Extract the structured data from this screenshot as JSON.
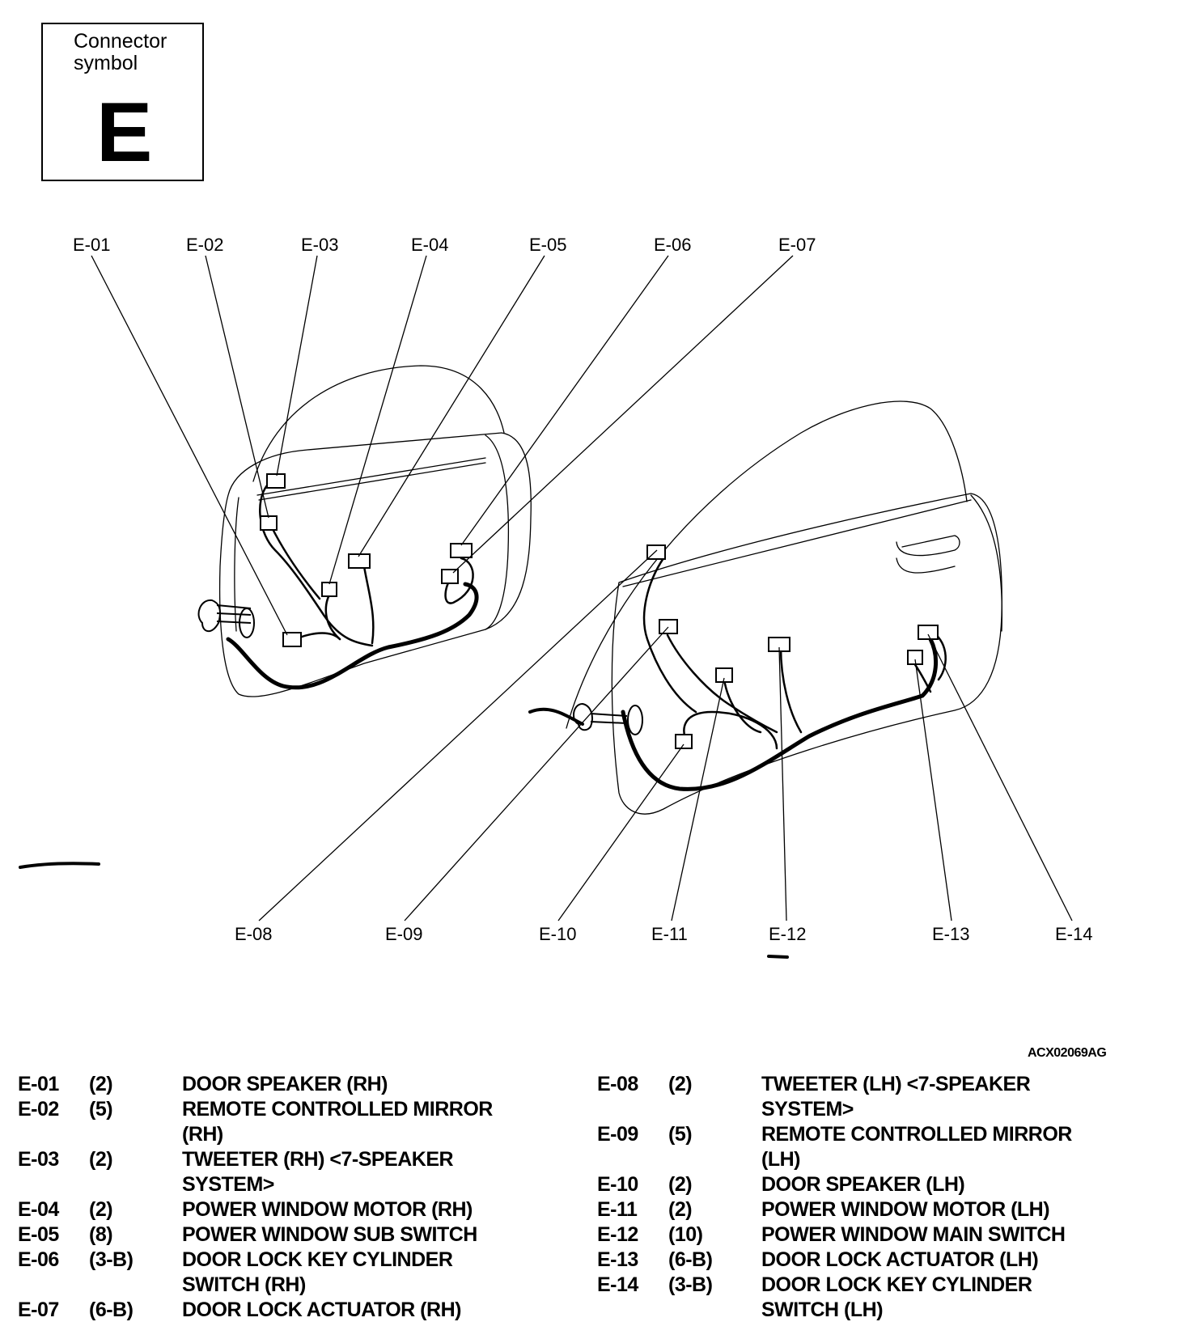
{
  "symbol_box": {
    "title": "Connector\nsymbol",
    "letter": "E"
  },
  "reference_code": "ACX02069AG",
  "connectors": [
    {
      "id": "E-01",
      "pins": "(2)",
      "description": "DOOR SPEAKER (RH)"
    },
    {
      "id": "E-02",
      "pins": "(5)",
      "description": "REMOTE CONTROLLED MIRROR (RH)"
    },
    {
      "id": "E-03",
      "pins": "(2)",
      "description": "TWEETER (RH) <7-SPEAKER SYSTEM>"
    },
    {
      "id": "E-04",
      "pins": "(2)",
      "description": "POWER WINDOW MOTOR (RH)"
    },
    {
      "id": "E-05",
      "pins": "(8)",
      "description": "POWER WINDOW SUB SWITCH"
    },
    {
      "id": "E-06",
      "pins": "(3-B)",
      "description": "DOOR LOCK KEY CYLINDER SWITCH (RH)"
    },
    {
      "id": "E-07",
      "pins": "(6-B)",
      "description": "DOOR LOCK ACTUATOR (RH)"
    },
    {
      "id": "E-08",
      "pins": "(2)",
      "description": "TWEETER (LH) <7-SPEAKER SYSTEM>"
    },
    {
      "id": "E-09",
      "pins": "(5)",
      "description": "REMOTE CONTROLLED MIRROR (LH)"
    },
    {
      "id": "E-10",
      "pins": "(2)",
      "description": "DOOR SPEAKER (LH)"
    },
    {
      "id": "E-11",
      "pins": "(2)",
      "description": "POWER WINDOW MOTOR (LH)"
    },
    {
      "id": "E-12",
      "pins": "(10)",
      "description": "POWER WINDOW MAIN SWITCH"
    },
    {
      "id": "E-13",
      "pins": "(6-B)",
      "description": "DOOR LOCK ACTUATOR (LH)"
    },
    {
      "id": "E-14",
      "pins": "(3-B)",
      "description": "DOOR LOCK KEY CYLINDER SWITCH (LH)"
    }
  ]
}
